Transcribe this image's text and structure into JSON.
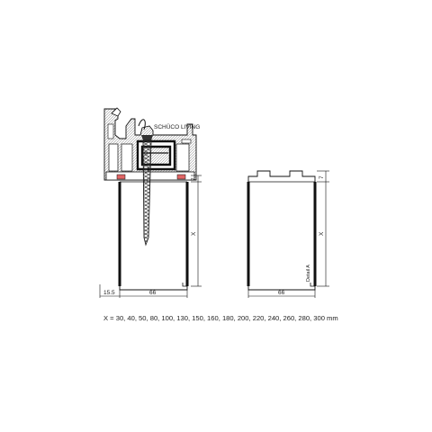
{
  "left_profile": {
    "brand_label": "SCHÜCO LIVING",
    "width_label": "66",
    "offset_label": "15.5",
    "height_label": "X",
    "top_label": "7"
  },
  "right_profile": {
    "width_label": "66",
    "height_label": "X",
    "top_label": "7",
    "detail_label": "Detail A"
  },
  "caption": "X = 30, 40, 50, 80, 100, 130, 150, 160, 180, 200, 220, 240, 260, 280, 300 mm",
  "colors": {
    "line": "#111111",
    "hatch": "#888888",
    "seal": "#e06666",
    "screw": "#333333"
  }
}
